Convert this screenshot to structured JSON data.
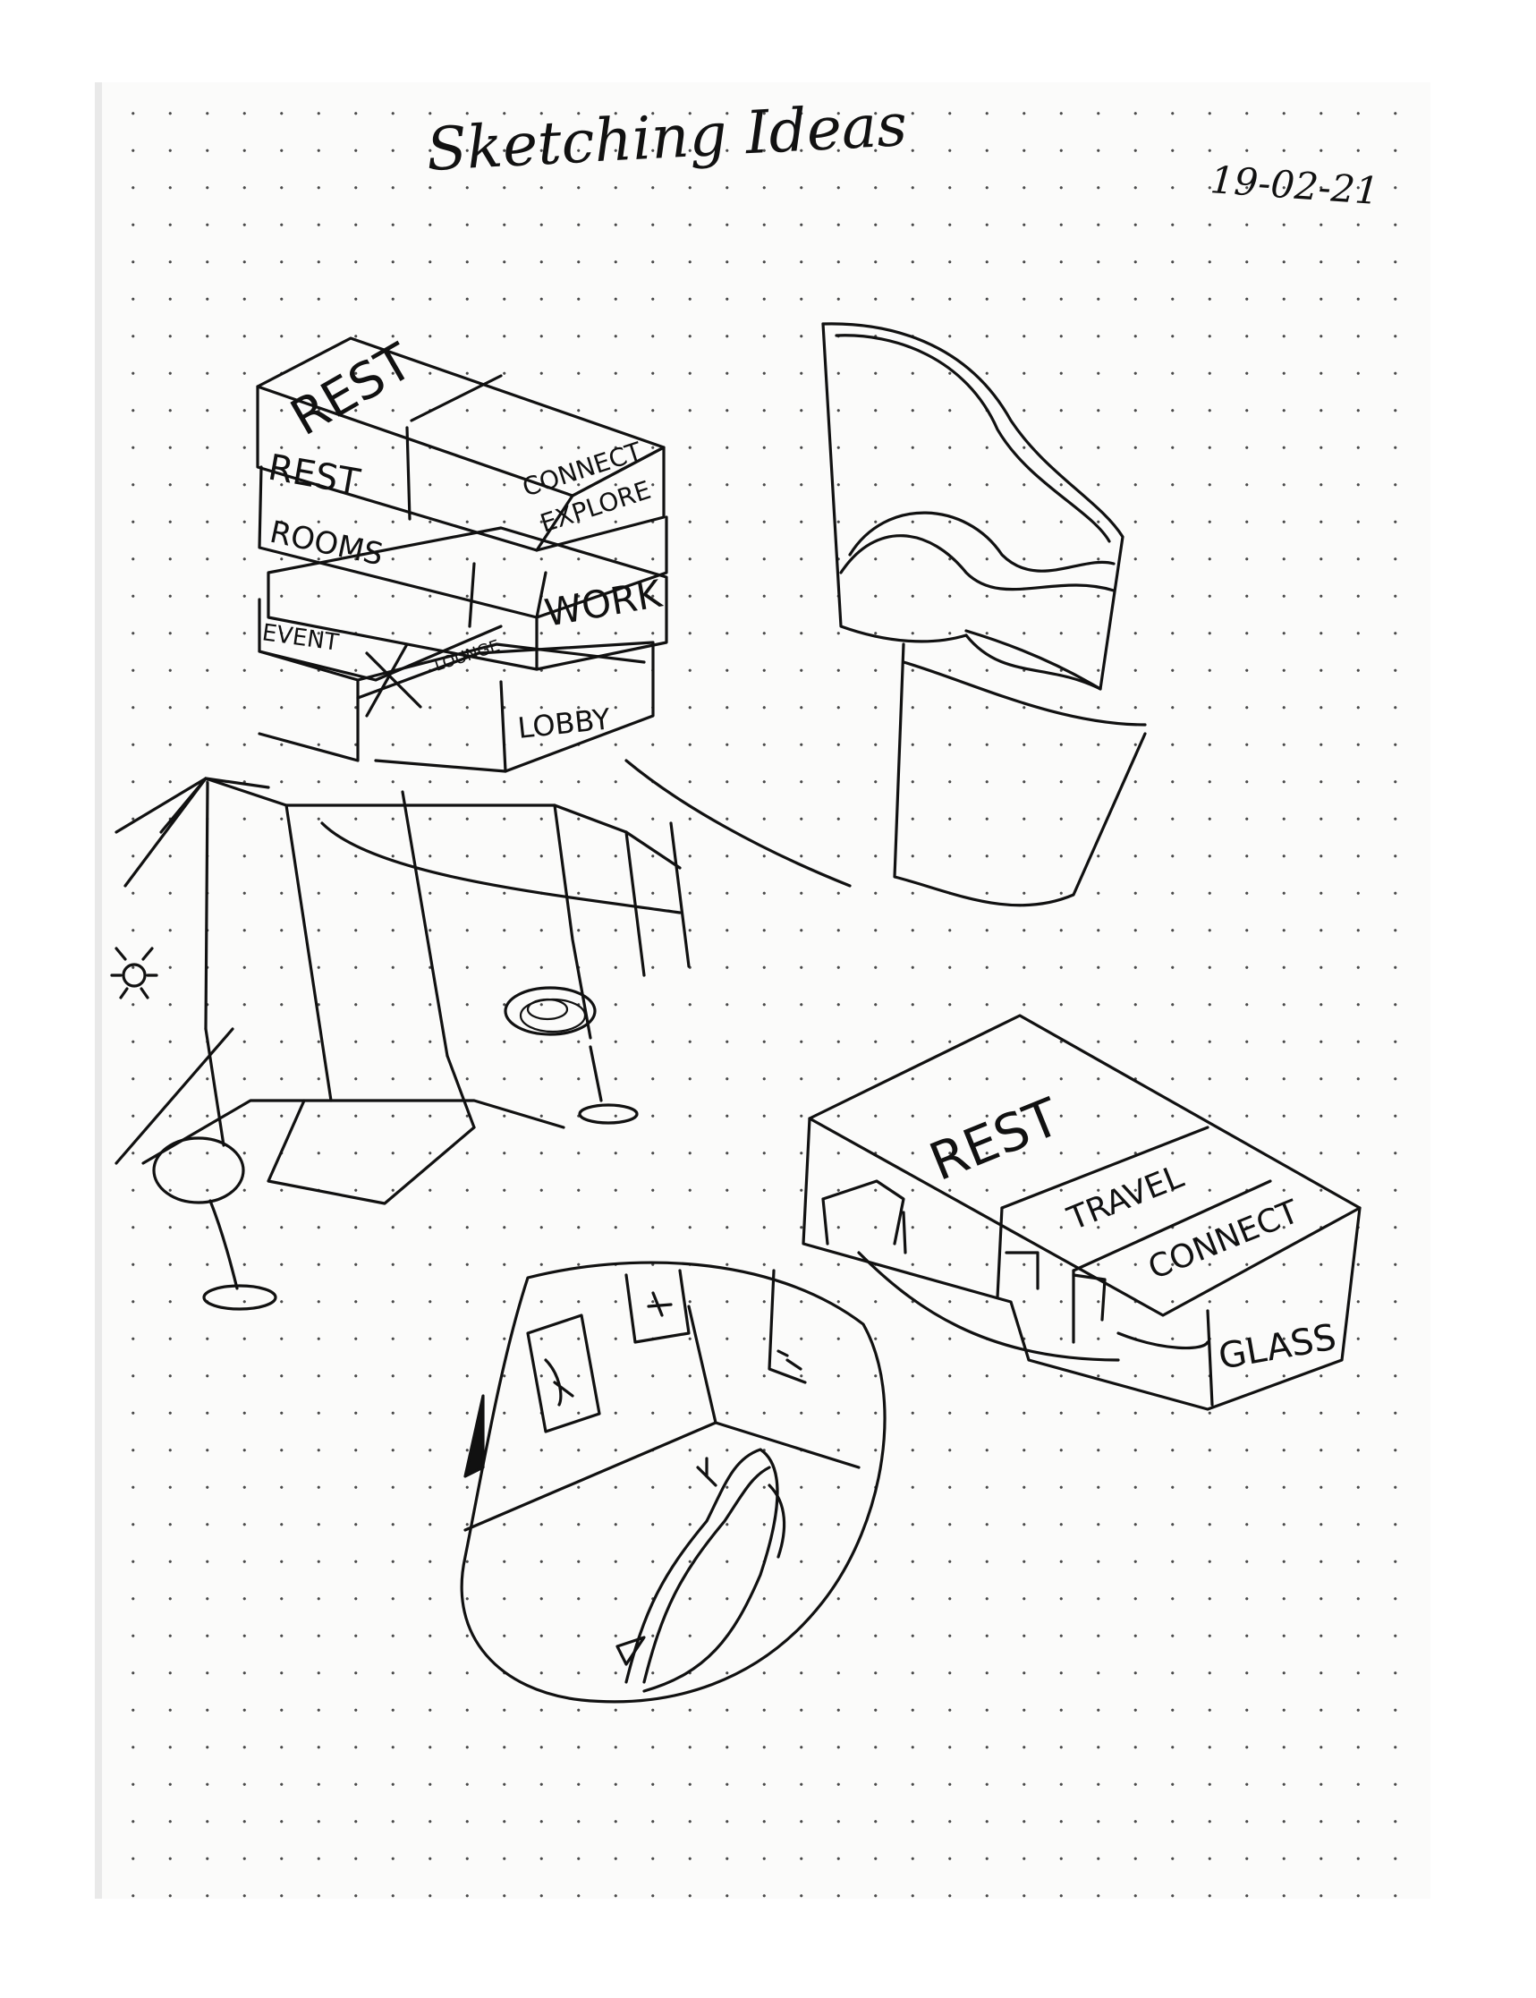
{
  "page": {
    "title": "Sketching Ideas",
    "date": "19-02-21"
  },
  "sketch_stack": {
    "labels": {
      "rest_top": "REST",
      "rest_side": "REST",
      "connect": "CONNECT",
      "explore": "EXPLORE",
      "rooms": "ROOMS",
      "work": "WORK",
      "event": "EVENT",
      "lounge": "LOUNGE",
      "lobby": "LOBBY"
    }
  },
  "sketch_box": {
    "labels": {
      "rest": "REST",
      "travel": "TRAVEL",
      "connect": "CONNECT",
      "glass": "GLASS"
    }
  },
  "icons": [
    "sun-icon"
  ]
}
